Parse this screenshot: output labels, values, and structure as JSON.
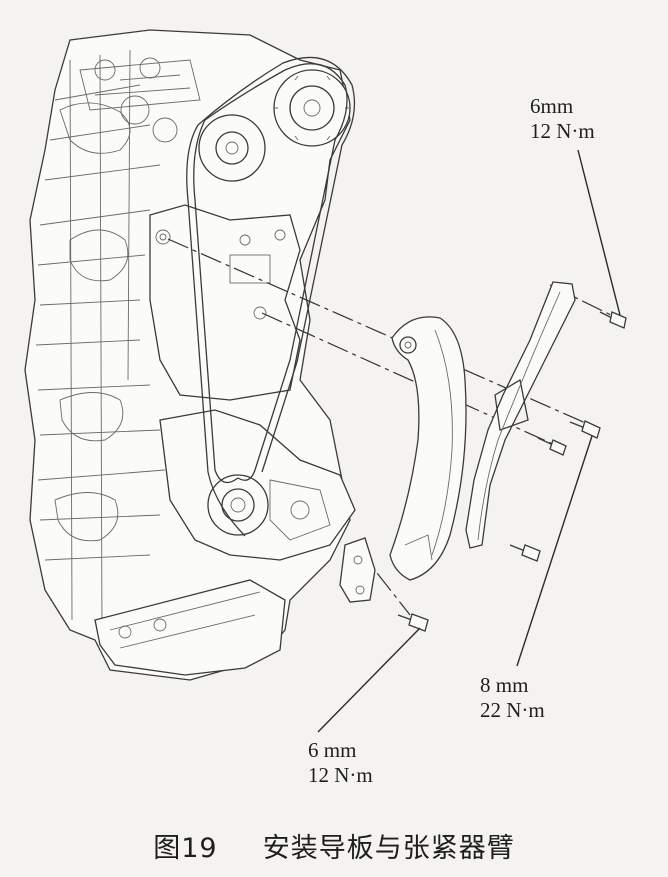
{
  "callouts": {
    "top_right": {
      "size": "6mm",
      "torque": "12 N·m"
    },
    "middle_right": {
      "size": "8 mm",
      "torque": "22 N·m"
    },
    "bottom": {
      "size": "6 mm",
      "torque": "12 N·m"
    }
  },
  "caption": {
    "figure_number": "图19",
    "title": "安装导板与张紧器臂"
  }
}
